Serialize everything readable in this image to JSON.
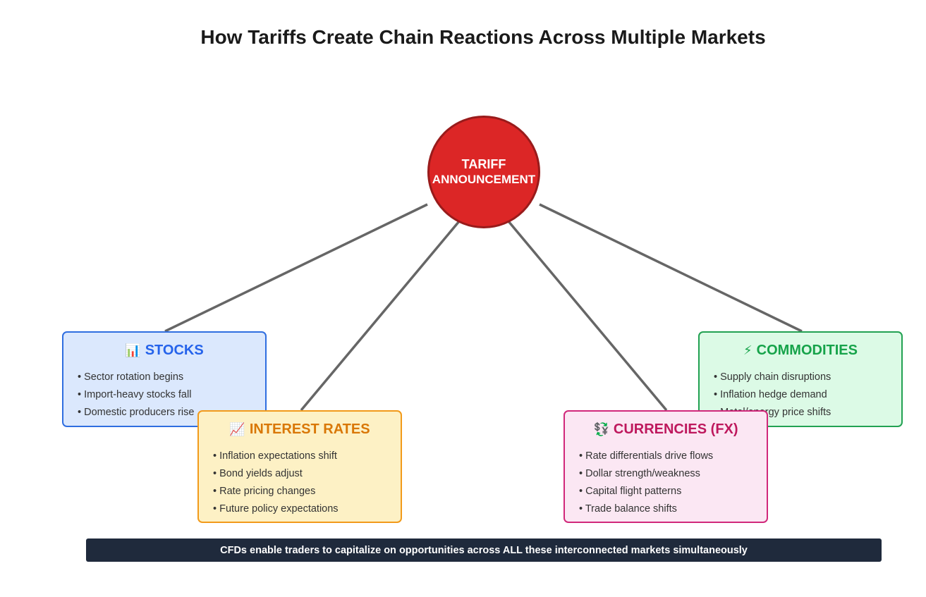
{
  "title": "How Tariffs Create Chain Reactions Across Multiple Markets",
  "center": {
    "line1": "TARIFF",
    "line2": "ANNOUNCEMENT",
    "color": "#dc2626"
  },
  "boxes": {
    "stocks": {
      "icon": "bar-chart-icon",
      "glyph": "📊",
      "label": "STOCKS",
      "color": "#2563eb",
      "items": [
        "Sector rotation begins",
        "Import-heavy stocks fall",
        "Domestic producers rise"
      ]
    },
    "rates": {
      "icon": "trend-chart-icon",
      "glyph": "📈",
      "label": "INTEREST RATES",
      "color": "#d97706",
      "items": [
        "Inflation expectations shift",
        "Bond yields adjust",
        "Rate pricing changes",
        "Future policy expectations"
      ]
    },
    "fx": {
      "icon": "currency-exchange-icon",
      "glyph": "💱",
      "label": "CURRENCIES (FX)",
      "color": "#be185d",
      "items": [
        "Rate differentials drive flows",
        "Dollar strength/weakness",
        "Capital flight patterns",
        "Trade balance shifts"
      ]
    },
    "commodities": {
      "icon": "lightning-icon",
      "glyph": "⚡",
      "label": "COMMODITIES",
      "color": "#16a34a",
      "items": [
        "Supply chain disruptions",
        "Inflation hedge demand",
        "Metal/energy price shifts"
      ]
    }
  },
  "banner": "CFDs enable traders to capitalize on opportunities across ALL these interconnected markets simultaneously"
}
